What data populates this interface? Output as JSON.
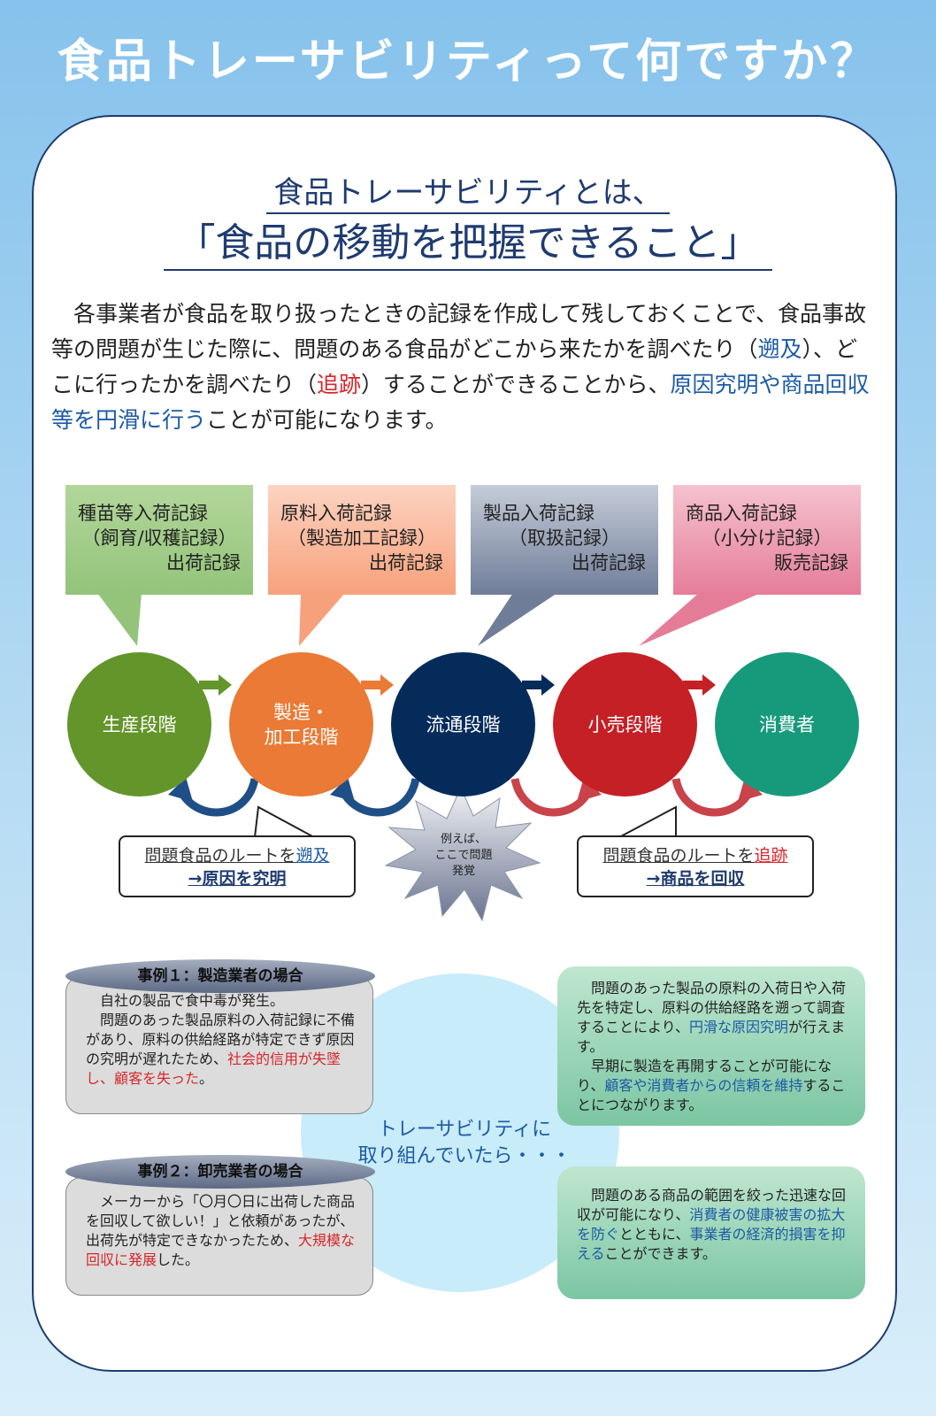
{
  "header": {
    "title": "食品トレーサビリティって何ですか？"
  },
  "subtitle": {
    "line1": "食品トレーサビリティとは、",
    "line2": "「食品の移動を把握できること」"
  },
  "intro": {
    "p1": "各事業者が食品を取り扱ったときの記録を作成して残しておくことで、食品事故等の問題が生じた際に、問題のある食品がどこから来たかを調べたり（",
    "p2": "遡及",
    "p3": "）、どこに行ったかを調べたり（",
    "p4": "追跡",
    "p5": "）することができることから、",
    "p6": "原因究明や商品回収等を円滑に行う",
    "p7": "ことが可能になります。"
  },
  "records": [
    {
      "line1": "種苗等入荷記録",
      "line2": "（飼育/収穫記録）",
      "line3": "出荷記録",
      "color": "#a3cc8a"
    },
    {
      "line1": "原料入荷記録",
      "line2": "（製造加工記録）",
      "line3": "出荷記録",
      "color": "#f9b99a"
    },
    {
      "line1": "製品入荷記録",
      "line2": "（取扱記録）",
      "line3": "出荷記録",
      "color": "#8e9ab2"
    },
    {
      "line1": "商品入荷記録",
      "line2": "（小分け記録）",
      "line3": "販売記録",
      "color": "#ee9cb1"
    }
  ],
  "stages": [
    {
      "line1": "生産段階",
      "line2": "",
      "color": "#63952a"
    },
    {
      "line1": "製造・",
      "line2": "加工段階",
      "color": "#ea7a35"
    },
    {
      "line1": "流通段階",
      "line2": "",
      "color": "#052b5b"
    },
    {
      "line1": "小売段階",
      "line2": "",
      "color": "#c52026"
    },
    {
      "line1": "消費者",
      "line2": "",
      "color": "#169a7b"
    }
  ],
  "trace_back": {
    "prefix": "問題食品のルートを",
    "keyword": "遡及",
    "result": "→原因を究明"
  },
  "trace_forward": {
    "prefix": "問題食品のルートを",
    "keyword": "追跡",
    "result": "→商品を回収"
  },
  "burst": {
    "line1": "例えば、",
    "line2": "ここで問題",
    "line3": "発覚"
  },
  "center_message": {
    "line1": "トレーサビリティに",
    "line2": "取り組んでいたら・・・"
  },
  "case1": {
    "title": "事例１：製造業者の場合",
    "p1": "自社の製品で食中毒が発生。",
    "p2a": "問題のあった製品原料の入荷記録に不備があり、原料の供給経路が特定できず原因の究明が遅れたため、",
    "p2b": "社会的信用が失墜し、顧客を失った",
    "p2c": "。",
    "result_a": "問題のあった製品の原料の入荷日や入荷先を特定し、原料の供給経路を遡って調査することにより、",
    "result_b": "円滑な原因究明",
    "result_c": "が行えます。",
    "result_d": "早期に製造を再開することが可能になり、",
    "result_e": "顧客や消費者からの信頼を維持",
    "result_f": "することにつながります。"
  },
  "case2": {
    "title": "事例２：卸売業者の場合",
    "p1a": "メーカーから「〇月〇日に出荷した商品を回収して欲しい！」と依頼があったが、出荷先が特定できなかったため、",
    "p1b": "大規模な回収に発展",
    "p1c": "した。",
    "result_a": "問題のある商品の範囲を絞った迅速な回収が可能になり、",
    "result_b": "消費者の健康被害の拡大を防ぐ",
    "result_c": "とともに、",
    "result_d": "事業者の経済的損害を抑える",
    "result_e": "ことができます。"
  }
}
